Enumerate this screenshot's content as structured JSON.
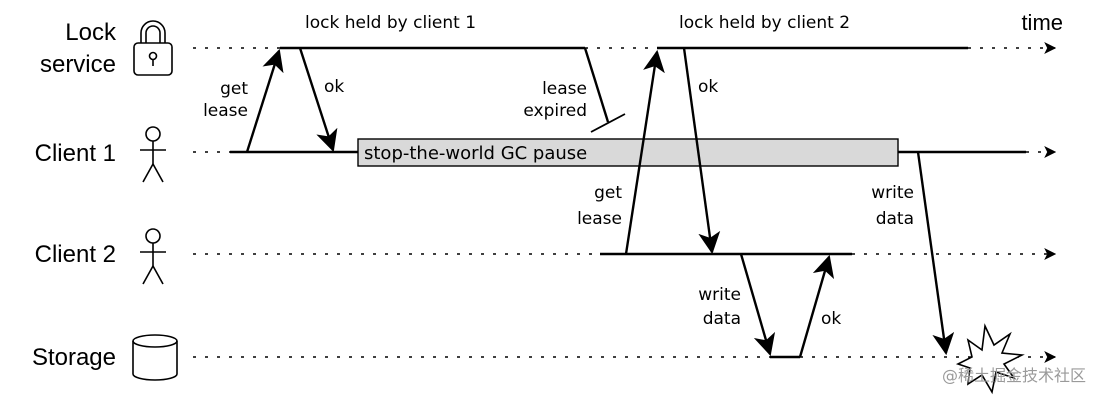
{
  "lanes": {
    "lock_service": [
      "Lock",
      "service"
    ],
    "client1": "Client 1",
    "client2": "Client 2",
    "storage": "Storage"
  },
  "time_label": "time",
  "lock_held_client1": "lock held by client 1",
  "lock_held_client2": "lock held by client 2",
  "gc_pause": "stop-the-world GC pause",
  "client1_get_lease": [
    "get",
    "lease"
  ],
  "client1_ok": "ok",
  "lease_expired": [
    "lease",
    "expired"
  ],
  "client2_get_lease": [
    "get",
    "lease"
  ],
  "client2_ok": "ok",
  "client2_write_data": [
    "write",
    "data"
  ],
  "storage_ok": "ok",
  "client1_write_data": [
    "write",
    "data"
  ],
  "watermark": "@稀土掘金技术社区",
  "colors": {
    "gc_fill": "#d9d9d9",
    "line": "#000000",
    "watermark": "#9a9a9a"
  },
  "icons": [
    "padlock-icon",
    "stick-figure-icon",
    "database-cylinder-icon",
    "explosion-icon"
  ]
}
